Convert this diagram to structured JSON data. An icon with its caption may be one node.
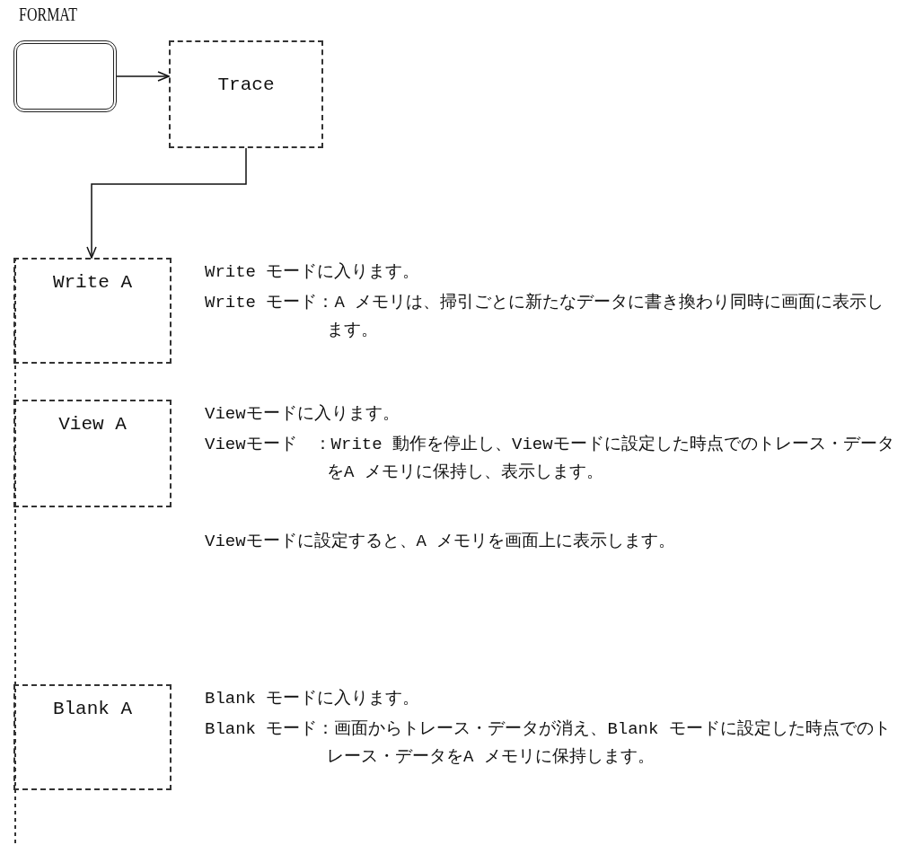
{
  "diagram": {
    "nodes": [
      {
        "text": [
          "FORMAT"
        ]
      },
      {
        "text": [
          "Trace"
        ]
      },
      {
        "text": [
          "Write A"
        ],
        "beside": [
          "Write モードに入ります。",
          "Write モード：A メモリは、掃引ごとに新たなデータに書き換わり同時に画面に表示します。"
        ]
      },
      {
        "text": [
          "View A"
        ],
        "beside": [
          "Viewモードに入ります。",
          "Viewモード　：Write 動作を停止し、Viewモードに設定した時点でのトレース・データをA メモリに保持し、表示します。"
        ]
      },
      {
        "text": [
          "Blank A"
        ],
        "beside": [
          "Blank モードに入ります。",
          "Blank モード：画面からトレース・データが消え、Blank モードに設定した時点でのトレース・データをA メモリに保持します。"
        ]
      }
    ],
    "edges": [
      {
        "from": 0,
        "to": 1,
        "arrow": "to"
      },
      {
        "from": 1,
        "to": 2,
        "arrow": "to"
      }
    ],
    "labels": [
      "Viewモードに設定すると、A メモリを画面上に表示します。"
    ]
  }
}
